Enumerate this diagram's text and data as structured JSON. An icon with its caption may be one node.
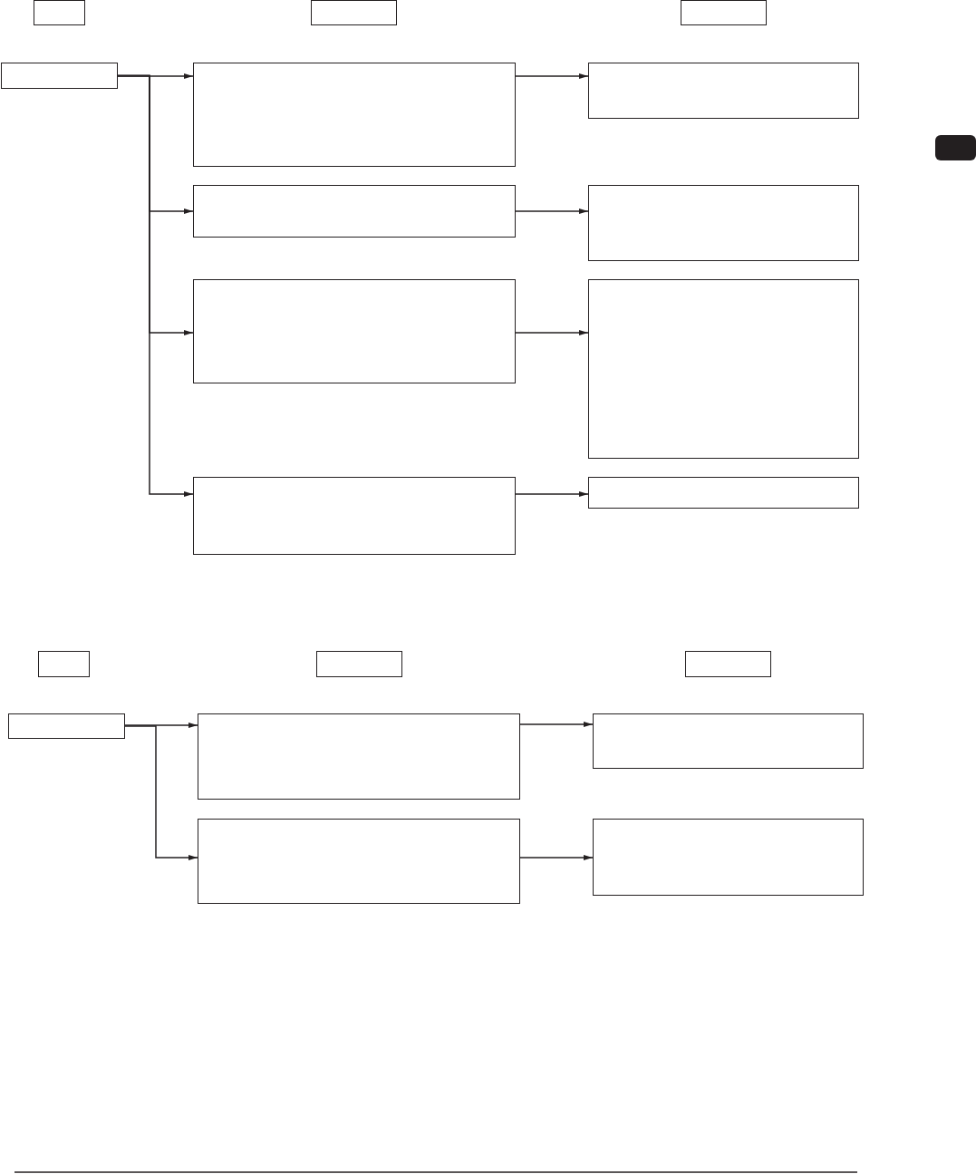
{
  "diagram": {
    "nodes": [
      {
        "text": [],
        "shape": "box"
      },
      {
        "text": [],
        "shape": "box"
      },
      {
        "text": [],
        "shape": "box"
      },
      {
        "text": [],
        "shape": "box"
      },
      {
        "text": [],
        "shape": "box"
      },
      {
        "text": [],
        "shape": "box"
      },
      {
        "text": [],
        "shape": "box"
      },
      {
        "text": [],
        "shape": "box"
      },
      {
        "text": [],
        "shape": "box"
      },
      {
        "text": [],
        "shape": "box"
      },
      {
        "text": [],
        "shape": "box"
      },
      {
        "text": [],
        "shape": "box"
      },
      {
        "text": [],
        "shape": "box"
      },
      {
        "text": [],
        "shape": "box"
      },
      {
        "text": [],
        "shape": "box"
      },
      {
        "text": [],
        "shape": "box"
      },
      {
        "text": [],
        "shape": "box"
      },
      {
        "text": [],
        "shape": "box"
      },
      {
        "text": [],
        "shape": "box"
      },
      {
        "text": [],
        "shape": "box"
      }
    ],
    "edges": [
      {
        "from": 3,
        "to": 4,
        "arrow": "to"
      },
      {
        "from": 3,
        "to": 6,
        "arrow": "to"
      },
      {
        "from": 3,
        "to": 8,
        "arrow": "to"
      },
      {
        "from": 3,
        "to": 10,
        "arrow": "to"
      },
      {
        "from": 4,
        "to": 5,
        "arrow": "to"
      },
      {
        "from": 6,
        "to": 7,
        "arrow": "to"
      },
      {
        "from": 8,
        "to": 9,
        "arrow": "to"
      },
      {
        "from": 10,
        "to": 11,
        "arrow": "to"
      },
      {
        "from": 15,
        "to": 16,
        "arrow": "to"
      },
      {
        "from": 15,
        "to": 18,
        "arrow": "to"
      },
      {
        "from": 16,
        "to": 17,
        "arrow": "to"
      },
      {
        "from": 18,
        "to": 19,
        "arrow": "to"
      }
    ]
  }
}
